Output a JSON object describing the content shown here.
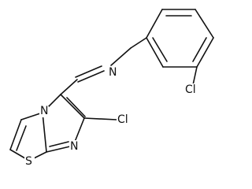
{
  "molecule": {
    "atoms": {
      "n_imine": "N",
      "cl_benzyl": "Cl",
      "cl_ring": "Cl",
      "n_bridge": "N",
      "n_ring": "N",
      "s_ring": "S"
    }
  },
  "colors": {
    "bond": "#111111",
    "background": "#ffffff"
  }
}
